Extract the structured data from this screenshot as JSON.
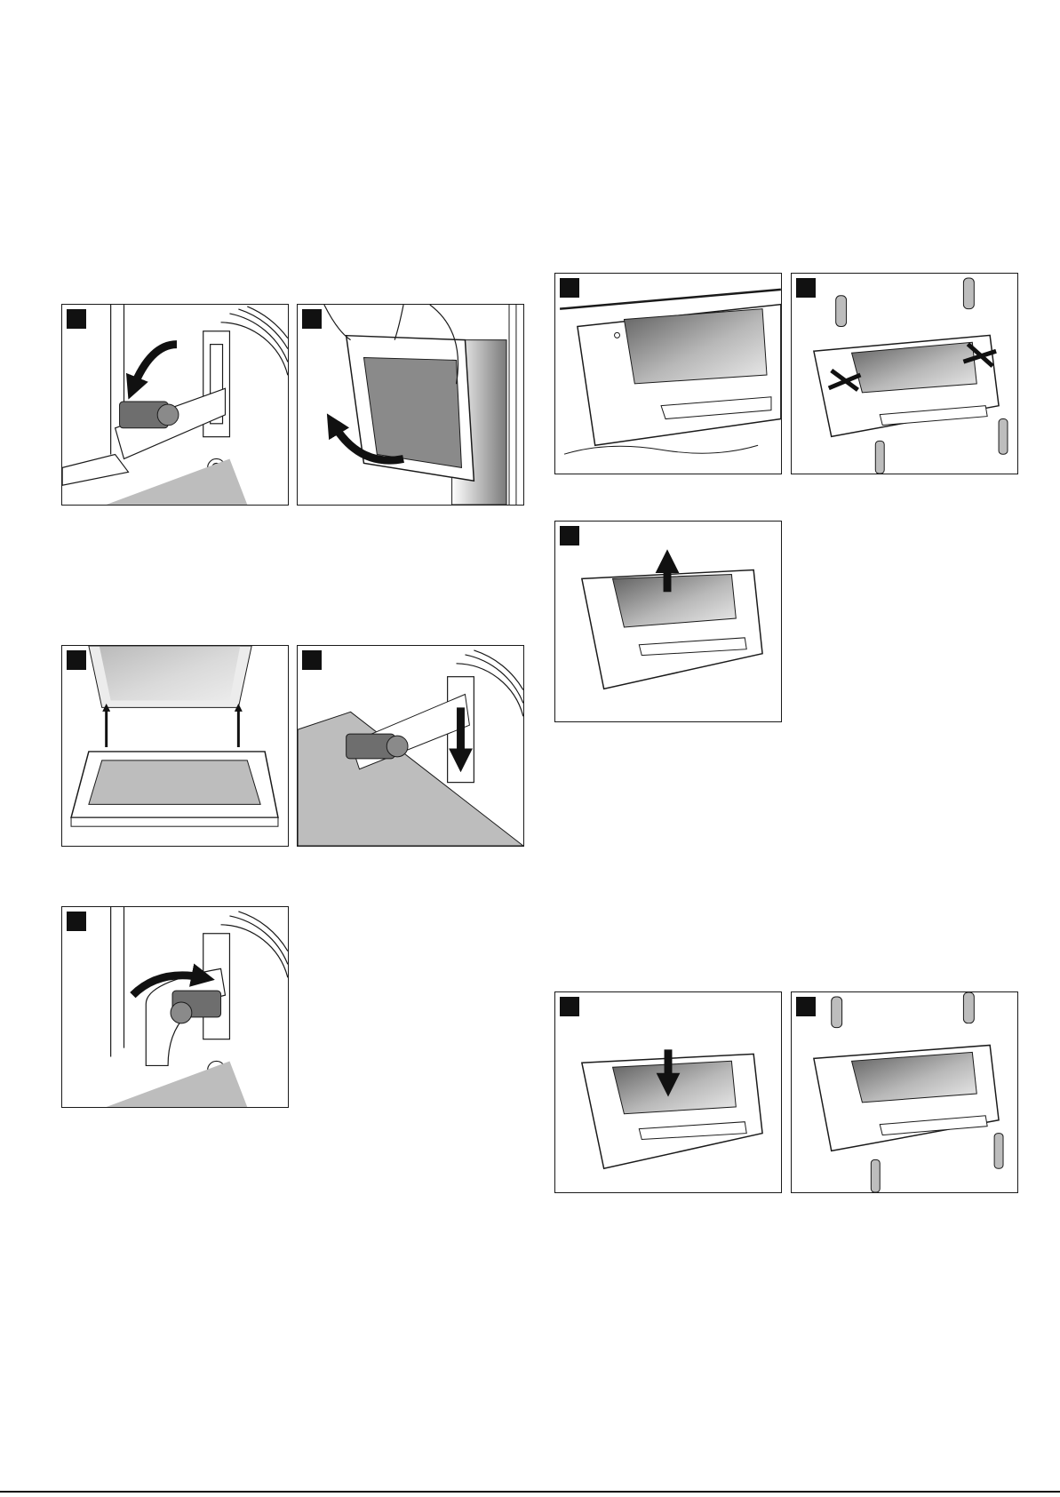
{
  "page": {
    "background": "#ffffff"
  },
  "colors": {
    "line": "#1a1a1a",
    "glass": "#8a8a8a",
    "floor": "#bdbdbd",
    "hinge": "#6e6e6e"
  },
  "figures": [
    {
      "id": "fig-1",
      "icon": "hinge-lever-open-icon"
    },
    {
      "id": "fig-2",
      "icon": "door-removal-icon"
    },
    {
      "id": "fig-3",
      "icon": "door-hooks-icon"
    },
    {
      "id": "fig-4",
      "icon": "hinge-lever-down-icon"
    },
    {
      "id": "fig-5",
      "icon": "hinge-lever-close-icon"
    },
    {
      "id": "fig-6",
      "icon": "door-panel-icon"
    },
    {
      "id": "fig-7",
      "icon": "screws-remove-icon"
    },
    {
      "id": "fig-8",
      "icon": "glass-lift-out-icon"
    },
    {
      "id": "fig-9",
      "icon": "glass-insert-icon"
    },
    {
      "id": "fig-10",
      "icon": "screws-fasten-icon"
    }
  ]
}
